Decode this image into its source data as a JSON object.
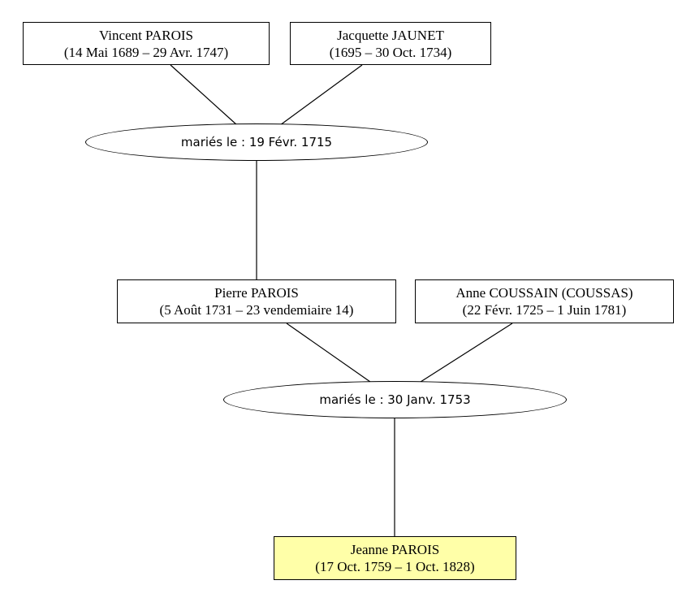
{
  "tree": {
    "persons": {
      "vincent": {
        "name": "Vincent PAROIS",
        "dates": "(14 Mai 1689 – 29 Avr. 1747)"
      },
      "jacquette": {
        "name": "Jacquette JAUNET",
        "dates": "(1695 – 30 Oct. 1734)"
      },
      "pierre": {
        "name": "Pierre PAROIS",
        "dates": "(5 Août 1731 – 23 vendemiaire 14)"
      },
      "anne": {
        "name": "Anne COUSSAIN (COUSSAS)",
        "dates": "(22 Févr. 1725 – 1 Juin 1781)"
      },
      "jeanne": {
        "name": "Jeanne PAROIS",
        "dates": "(17 Oct. 1759 – 1 Oct. 1828)"
      }
    },
    "marriages": {
      "m1715": {
        "label": "mariés le : 19 Févr. 1715"
      },
      "m1753": {
        "label": "mariés le : 30 Janv. 1753"
      }
    }
  },
  "colors": {
    "highlight_fill": "#ffffa8",
    "line": "#000000"
  }
}
